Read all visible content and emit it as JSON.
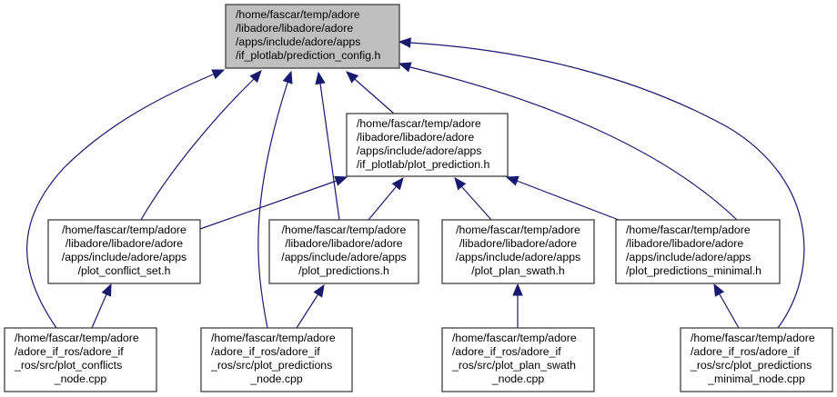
{
  "diagram": {
    "type": "include-dependency-graph",
    "colors": {
      "edge": "#191970",
      "root_fill": "#bfbfbf",
      "node_fill": "#ffffff",
      "node_border": "#404040"
    },
    "nodes": [
      {
        "id": "prediction_config",
        "root": true,
        "align": "left",
        "lines": [
          "/home/fascar/temp/adore",
          "/libadore/libadore/adore",
          "/apps/include/adore/apps",
          "/if_plotlab/prediction_config.h"
        ]
      },
      {
        "id": "plot_prediction",
        "align": "left",
        "lines": [
          "/home/fascar/temp/adore",
          "/libadore/libadore/adore",
          "/apps/include/adore/apps",
          "/if_plotlab/plot_prediction.h"
        ]
      },
      {
        "id": "plot_conflict_set",
        "align": "center",
        "lines": [
          "/home/fascar/temp/adore",
          "/libadore/libadore/adore",
          "/apps/include/adore/apps",
          "/plot_conflict_set.h"
        ]
      },
      {
        "id": "plot_predictions",
        "align": "center",
        "lines": [
          "/home/fascar/temp/adore",
          "/libadore/libadore/adore",
          "/apps/include/adore/apps",
          "/plot_predictions.h"
        ]
      },
      {
        "id": "plot_plan_swath",
        "align": "center",
        "lines": [
          "/home/fascar/temp/adore",
          "/libadore/libadore/adore",
          "/apps/include/adore/apps",
          "/plot_plan_swath.h"
        ]
      },
      {
        "id": "plot_predictions_minimal",
        "align": "left",
        "lines": [
          "/home/fascar/temp/adore",
          "/libadore/libadore/adore",
          "/apps/include/adore/apps",
          "/plot_predictions_minimal.h"
        ]
      },
      {
        "id": "plot_conflicts_node",
        "align": "left",
        "lines": [
          "/home/fascar/temp/adore",
          "/adore_if_ros/adore_if",
          "_ros/src/plot_conflicts",
          "_node.cpp"
        ]
      },
      {
        "id": "plot_predictions_node",
        "align": "left",
        "lines": [
          "/home/fascar/temp/adore",
          "/adore_if_ros/adore_if",
          "_ros/src/plot_predictions",
          "_node.cpp"
        ]
      },
      {
        "id": "plot_plan_swath_node",
        "align": "left",
        "lines": [
          "/home/fascar/temp/adore",
          "/adore_if_ros/adore_if",
          "_ros/src/plot_plan_swath",
          "_node.cpp"
        ]
      },
      {
        "id": "plot_predictions_minimal_node",
        "align": "left",
        "lines": [
          "/home/fascar/temp/adore",
          "/adore_if_ros/adore_if",
          "_ros/src/plot_predictions",
          "_minimal_node.cpp"
        ]
      }
    ],
    "edges": [
      {
        "from": "plot_prediction",
        "to": "prediction_config"
      },
      {
        "from": "plot_conflict_set",
        "to": "prediction_config"
      },
      {
        "from": "plot_predictions",
        "to": "prediction_config"
      },
      {
        "from": "plot_predictions_minimal",
        "to": "prediction_config"
      },
      {
        "from": "plot_conflicts_node",
        "to": "prediction_config"
      },
      {
        "from": "plot_predictions_node",
        "to": "prediction_config"
      },
      {
        "from": "plot_predictions_minimal_node",
        "to": "prediction_config"
      },
      {
        "from": "plot_conflict_set",
        "to": "plot_prediction"
      },
      {
        "from": "plot_predictions",
        "to": "plot_prediction"
      },
      {
        "from": "plot_plan_swath",
        "to": "plot_prediction"
      },
      {
        "from": "plot_predictions_minimal",
        "to": "plot_prediction"
      },
      {
        "from": "plot_conflicts_node",
        "to": "plot_conflict_set"
      },
      {
        "from": "plot_predictions_node",
        "to": "plot_predictions"
      },
      {
        "from": "plot_plan_swath_node",
        "to": "plot_plan_swath"
      },
      {
        "from": "plot_predictions_minimal_node",
        "to": "plot_predictions_minimal"
      }
    ]
  }
}
